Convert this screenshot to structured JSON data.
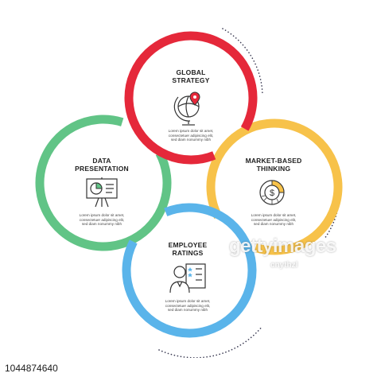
{
  "colors": {
    "red": "#e5283a",
    "green": "#61c486",
    "yellow": "#f7c24a",
    "blue": "#5ab4ea",
    "text": "#222222",
    "dots": "#3a3a52"
  },
  "steps": [
    {
      "id": "global-strategy",
      "color": "red",
      "icon": "globe-with-pin-icon",
      "title_lines": [
        "GLOBAL",
        "STRATEGY"
      ],
      "body_lines": [
        "Lorem ipsum dolor sit amet,",
        "consectetuer adipiscing elit,",
        "sed diam nonummy nibh"
      ]
    },
    {
      "id": "data-presentation",
      "color": "green",
      "icon": "presentation-board-icon",
      "title_lines": [
        "DATA",
        "PRESENTATION"
      ],
      "body_lines": [
        "Lorem ipsum dolor sit amet,",
        "consectetuer adipiscing elit,",
        "sed diam nonummy nibh"
      ]
    },
    {
      "id": "market-based-thinking",
      "color": "yellow",
      "icon": "dollar-chart-icon",
      "title_lines": [
        "MARKET-BASED",
        "THINKING"
      ],
      "body_lines": [
        "Lorem ipsum dolor sit amet,",
        "consectetuer adipiscing elit,",
        "sed diam nonummy nibh"
      ]
    },
    {
      "id": "employee-ratings",
      "color": "blue",
      "icon": "employee-rating-icon",
      "title_lines": [
        "EMPLOYEE",
        "RATINGS"
      ],
      "body_lines": [
        "Lorem ipsum dolor sit amet,",
        "consectetuer adipiscing elit,",
        "sed diam nonummy nibh"
      ]
    }
  ],
  "watermark": {
    "brand": "gettyimages",
    "credit": "cnythzl"
  },
  "footer": {
    "image_id": "1044874640"
  }
}
